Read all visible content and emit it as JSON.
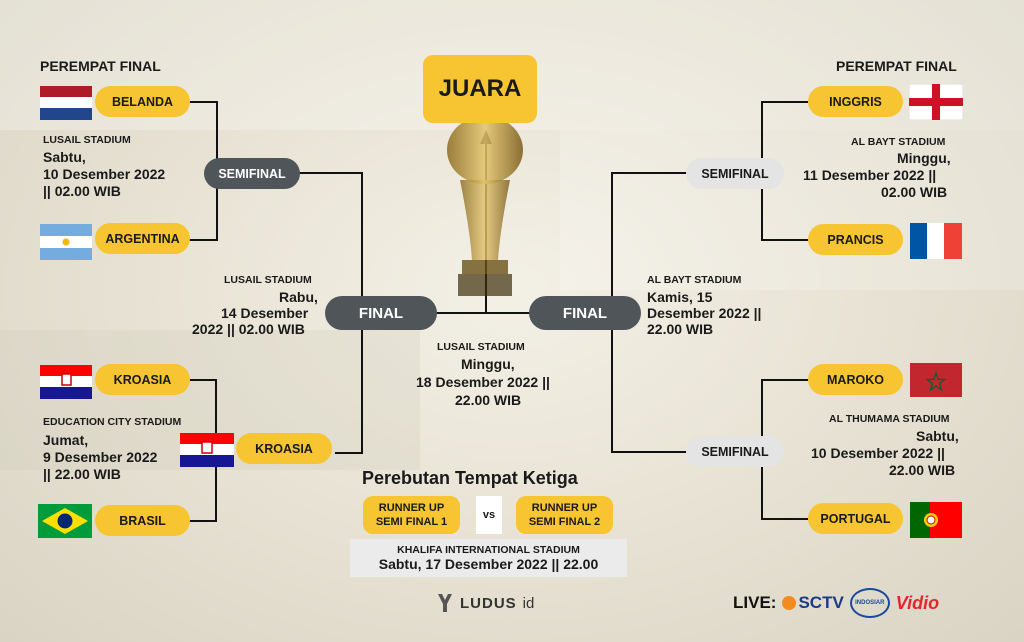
{
  "headings": {
    "left_qf": "PEREMPAT FINAL",
    "right_qf": "PEREMPAT FINAL",
    "champion": "JUARA"
  },
  "left": {
    "qf1": {
      "team_a": "BELANDA",
      "team_b": "ARGENTINA",
      "stadium": "LUSAIL STADIUM",
      "day": "Sabtu,",
      "date": "10  Desember 2022",
      "time": "|| 02.00 WIB"
    },
    "semi_label": "SEMIFINAL",
    "qf2": {
      "team_a": "KROASIA",
      "team_b": "BRASIL",
      "stadium": "EDUCATION CITY STADIUM",
      "day": "Jumat,",
      "date": "9 Desember 2022",
      "time": "|| 22.00 WIB"
    },
    "semi_winner": "KROASIA",
    "final_label": "FINAL",
    "semi_match": {
      "stadium": "LUSAIL STADIUM",
      "line1": "Rabu,",
      "line2": "14  Desember",
      "line3": "2022 || 02.00 WIB"
    }
  },
  "right": {
    "qf1": {
      "team_a": "INGGRIS",
      "team_b": "PRANCIS",
      "stadium": "AL BAYT STADIUM",
      "day": "Minggu,",
      "date": "11  Desember 2022 ||",
      "time": "02.00 WIB"
    },
    "semi_label_top": "SEMIFINAL",
    "qf2": {
      "team_a": "MAROKO",
      "team_b": "PORTUGAL",
      "stadium": "AL THUMAMA STADIUM",
      "day": "Sabtu,",
      "date": "10  Desember 2022 ||",
      "time": "22.00 WIB"
    },
    "semi_label_bottom": "SEMIFINAL",
    "final_label": "FINAL",
    "semi_match": {
      "stadium": "AL BAYT STADIUM",
      "line1": "Kamis, 15",
      "line2": "Desember 2022 ||",
      "line3": "22.00 WIB"
    }
  },
  "final_match": {
    "stadium": "LUSAIL STADIUM",
    "line1": "Minggu,",
    "line2": "18 Desember 2022 ||",
    "line3": "22.00 WIB"
  },
  "third_place": {
    "title": "Perebutan Tempat Ketiga",
    "team_a_l1": "RUNNER UP",
    "team_a_l2": "SEMI FINAL 1",
    "vs": "vs",
    "team_b_l1": "RUNNER UP",
    "team_b_l2": "SEMI FINAL 2",
    "stadium": "KHALIFA INTERNATIONAL STADIUM",
    "datetime": "Sabtu, 17 Desember 2022 || 22.00"
  },
  "branding": {
    "ludus": "LUDUS",
    "ludus_suffix": "id",
    "live_label": "LIVE:",
    "sctv": "SCTV",
    "indosiar": "INDOSIAR",
    "vidio": "Vidio"
  },
  "colors": {
    "pill_yellow": "#f7c531",
    "pill_dark": "#4f5559",
    "pill_light": "#e4e4e4"
  }
}
